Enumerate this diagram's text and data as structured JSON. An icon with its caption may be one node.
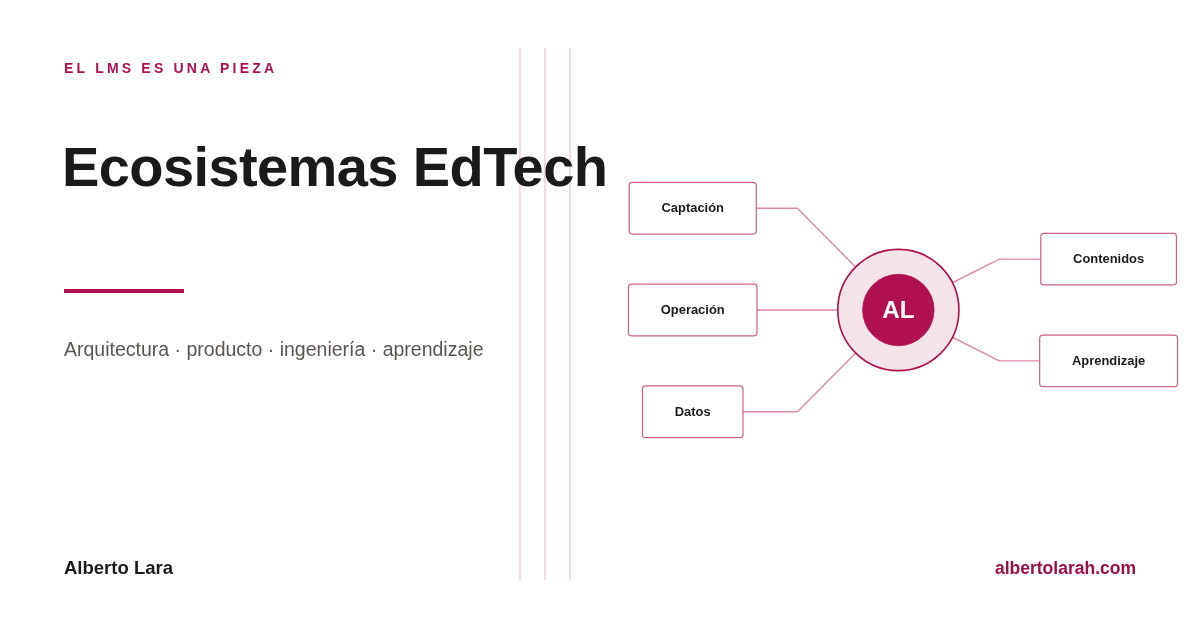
{
  "diagram": {
    "title": "Ecosistemas EdTech",
    "nodes": [
      {
        "text": [
          "Captación"
        ]
      },
      {
        "text": [
          "Contenidos"
        ]
      },
      {
        "text": [
          "Operación"
        ]
      },
      {
        "text": [
          "AL"
        ]
      },
      {
        "text": [
          "Aprendizaje"
        ]
      },
      {
        "text": [
          "Datos"
        ]
      }
    ],
    "edges": [
      {
        "from": 0,
        "to": 3,
        "arrow": "none"
      },
      {
        "from": 3,
        "to": 1,
        "arrow": "none"
      },
      {
        "from": 2,
        "to": 3,
        "arrow": "none"
      },
      {
        "from": 3,
        "to": 4,
        "arrow": "none"
      },
      {
        "from": 5,
        "to": 3,
        "arrow": "none"
      }
    ],
    "labels": [
      "EL LMS ES UNA PIEZA",
      "Arquitectura · producto · ingeniería · aprendizaje",
      "Alberto Lara",
      "albertolarah.com"
    ]
  }
}
